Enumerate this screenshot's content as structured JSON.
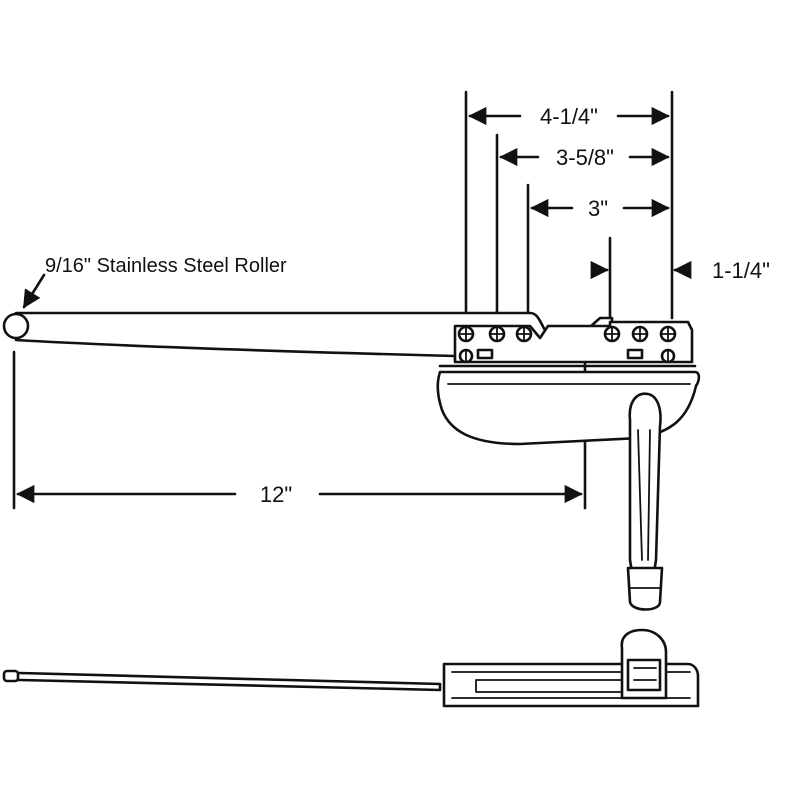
{
  "dimensions": {
    "overall_mount": "4-1/4\"",
    "middle_mount": "3-5/8\"",
    "inner_mount": "3\"",
    "edge_offset": "1-1/4\"",
    "arm_length": "12\""
  },
  "callout": {
    "roller": "9/16\" Stainless Steel Roller"
  },
  "colors": {
    "ink": "#111111",
    "background": "#ffffff"
  }
}
